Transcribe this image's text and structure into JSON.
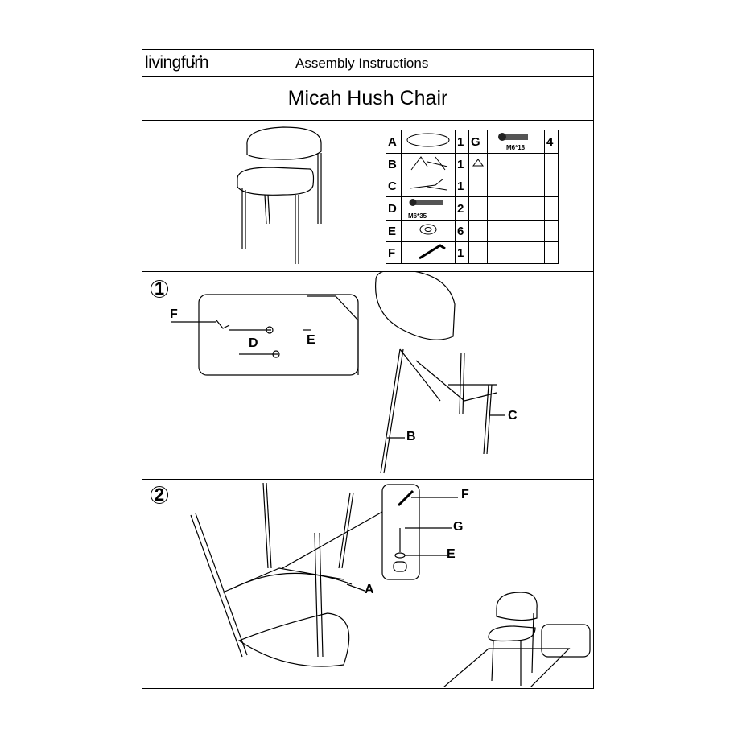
{
  "header": {
    "brand": "livingfurn",
    "brand_dots": "● ● ●",
    "doc_title": "Assembly Instructions"
  },
  "product": {
    "name": "Micah Hush Chair"
  },
  "parts": [
    {
      "letter": "A",
      "qty": "1"
    },
    {
      "letter": "B",
      "qty": "1"
    },
    {
      "letter": "C",
      "qty": "1"
    },
    {
      "letter": "D",
      "qty": "2",
      "spec": "M6*35"
    },
    {
      "letter": "E",
      "qty": "6"
    },
    {
      "letter": "F",
      "qty": "1"
    },
    {
      "letter": "G",
      "qty": "4",
      "spec": "M6*18"
    }
  ],
  "steps": [
    {
      "number": "1",
      "labels": [
        "F",
        "D",
        "E",
        "B",
        "C"
      ]
    },
    {
      "number": "2",
      "labels": [
        "F",
        "G",
        "E",
        "A"
      ]
    }
  ],
  "icons": [
    "chair-front-icon",
    "seat-part-icon",
    "back-frame-icon",
    "leg-frame-icon",
    "bolt-icon",
    "washer-icon",
    "allen-key-icon",
    "floor-adjust-icon"
  ]
}
